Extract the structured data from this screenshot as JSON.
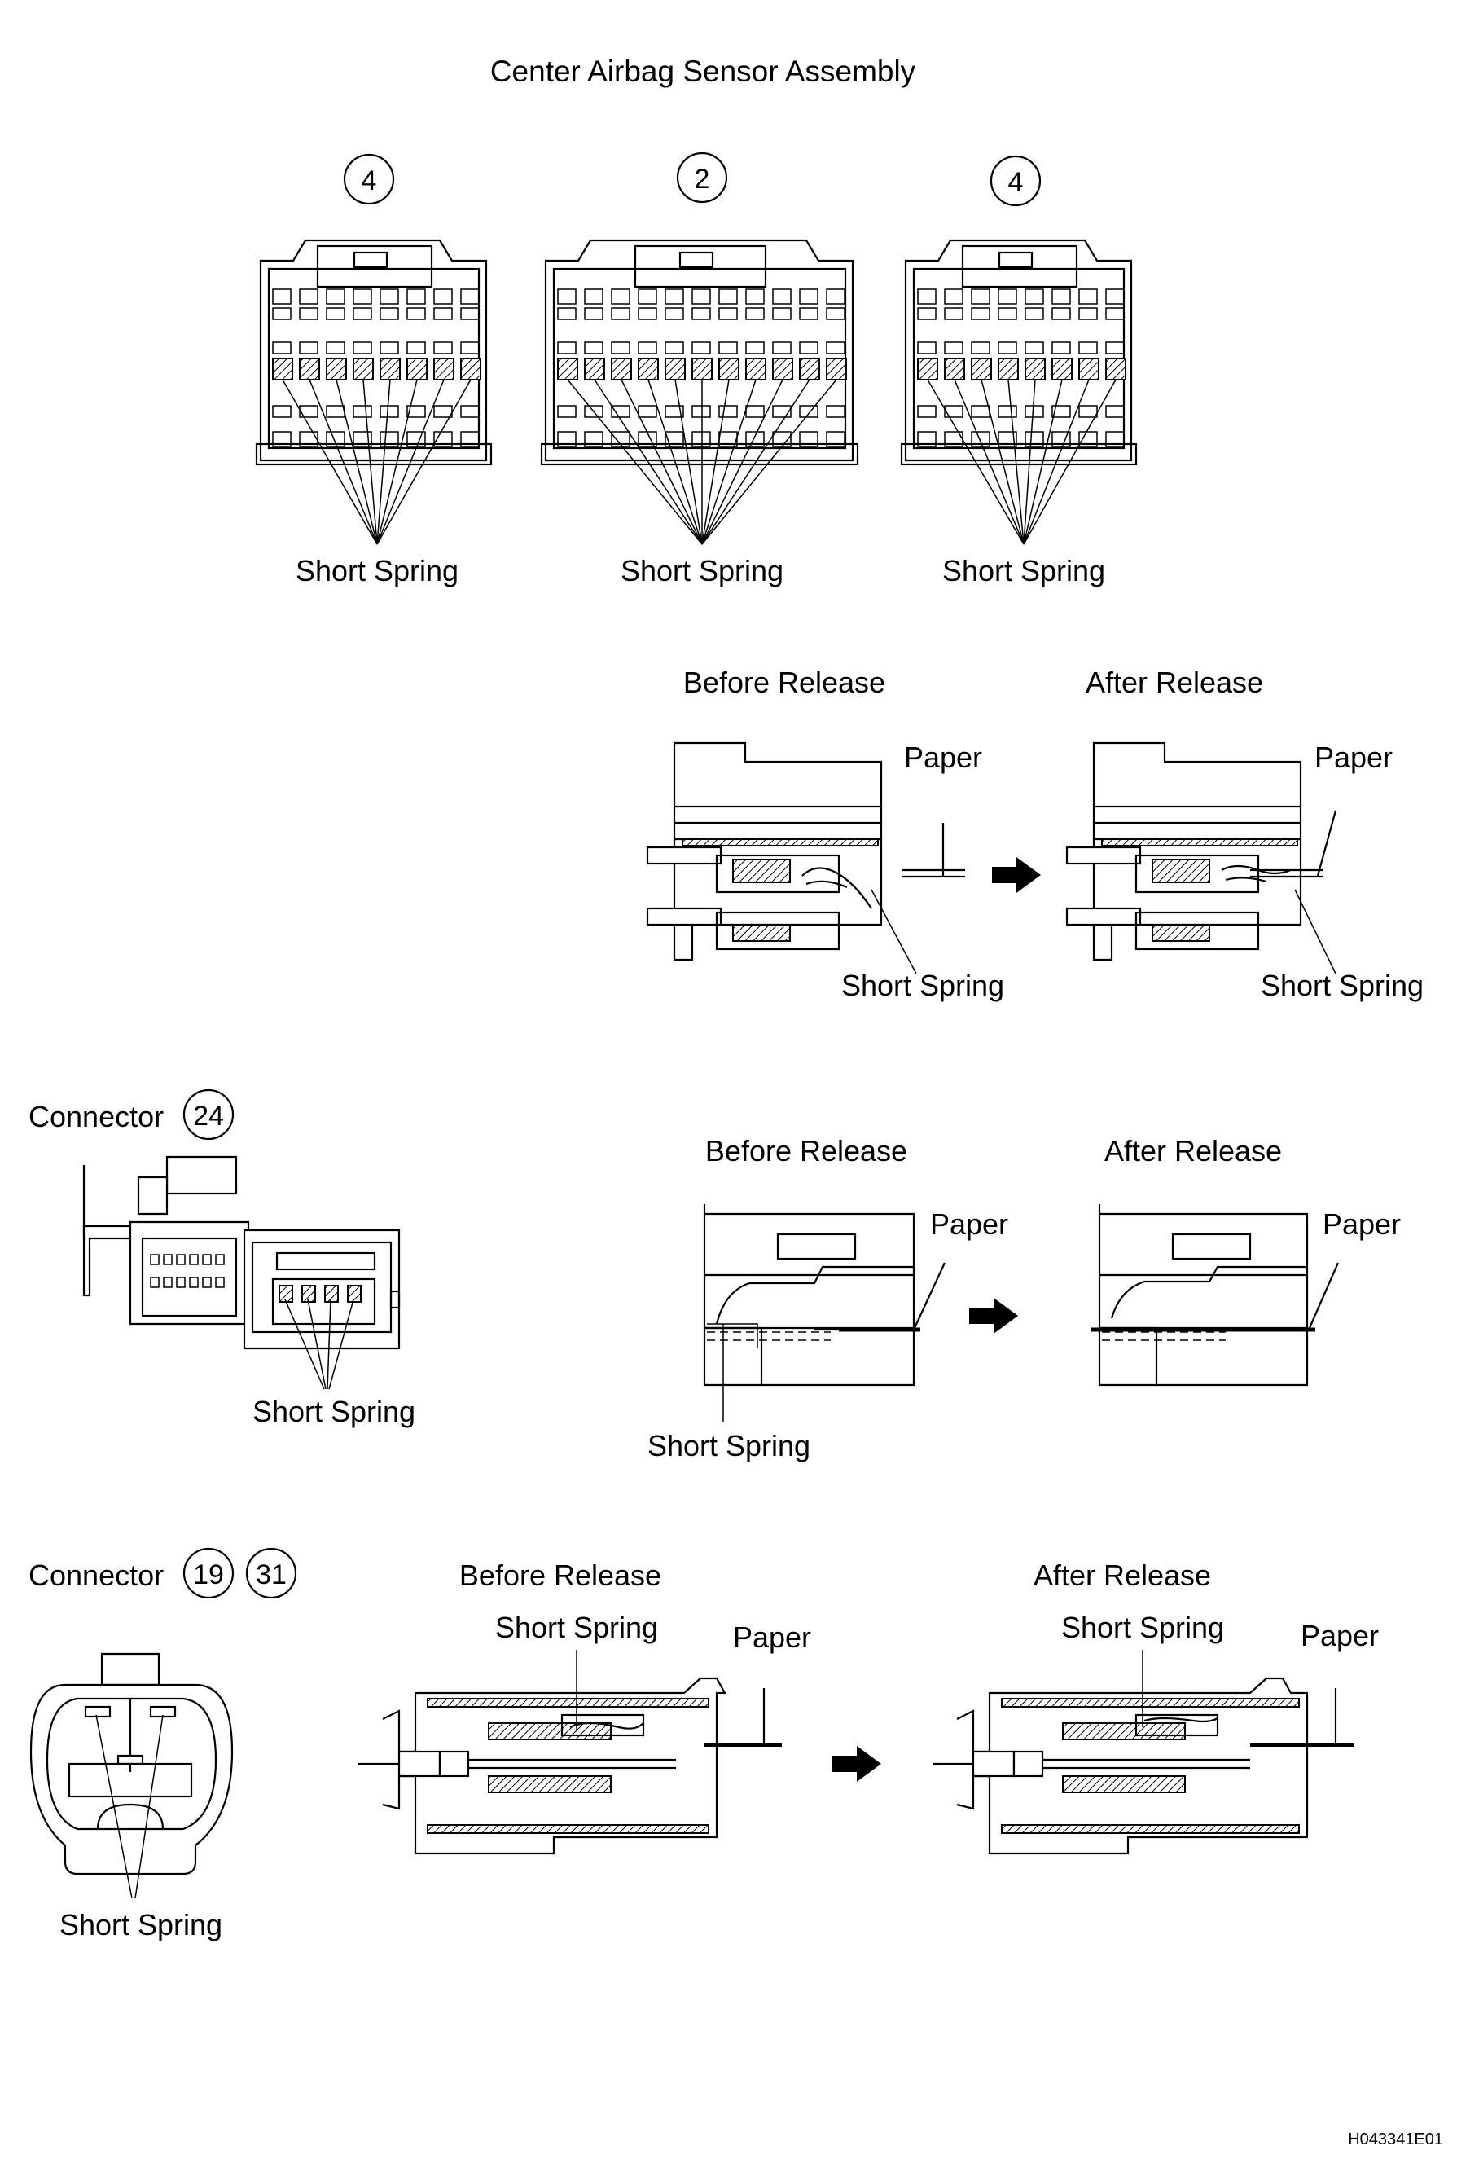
{
  "diagram": {
    "title": "Center Airbag Sensor Assembly",
    "connector_numbers": {
      "c1": "4",
      "c2": "2",
      "c3": "4",
      "c24": "24",
      "c19": "19",
      "c31": "31"
    },
    "connector_label": "Connector",
    "short_spring": "Short Spring",
    "before_release": "Before Release",
    "after_release": "After Release",
    "paper": "Paper",
    "figure_code": "H043341E01"
  }
}
